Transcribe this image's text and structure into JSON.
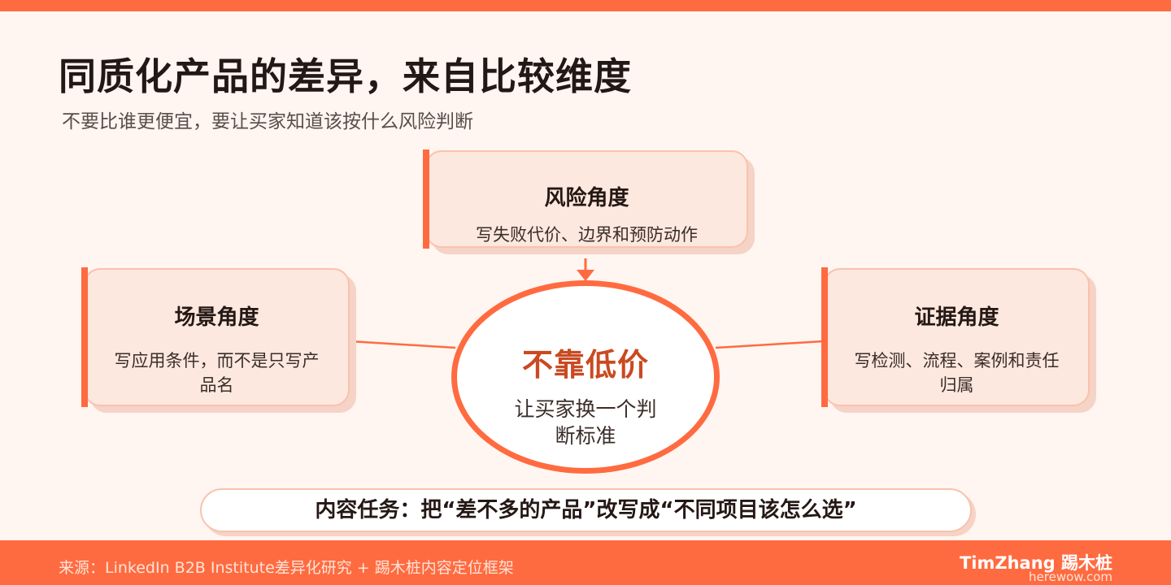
{
  "header": {
    "title": "同质化产品的差异，来自比较维度",
    "subtitle": "不要比谁更便宜，要让买家知道该按什么风险判断"
  },
  "cards": {
    "risk": {
      "title": "风险角度",
      "text": "写失败代价、边界和预防动作"
    },
    "scene": {
      "title": "场景角度",
      "text": "写应用条件，而不是只写产品名"
    },
    "evidence": {
      "title": "证据角度",
      "text": "写检测、流程、案例和责任归属"
    }
  },
  "center": {
    "title": "不靠低价",
    "text": "让买家换一个判断标准"
  },
  "task": {
    "text": "内容任务：把“差不多的产品”改写成“不同项目该怎么选”"
  },
  "footer": {
    "source": "来源：LinkedIn B2B Institute差异化研究 + 踢木桩内容定位框架",
    "brand": "TimZhang 踢木桩",
    "url": "herewow.com"
  },
  "colors": {
    "accent": "#ff6b40",
    "background": "#fff5f1",
    "card_fill": "#fde8df",
    "card_border": "#f9c2ad",
    "center_title": "#c94a22"
  }
}
